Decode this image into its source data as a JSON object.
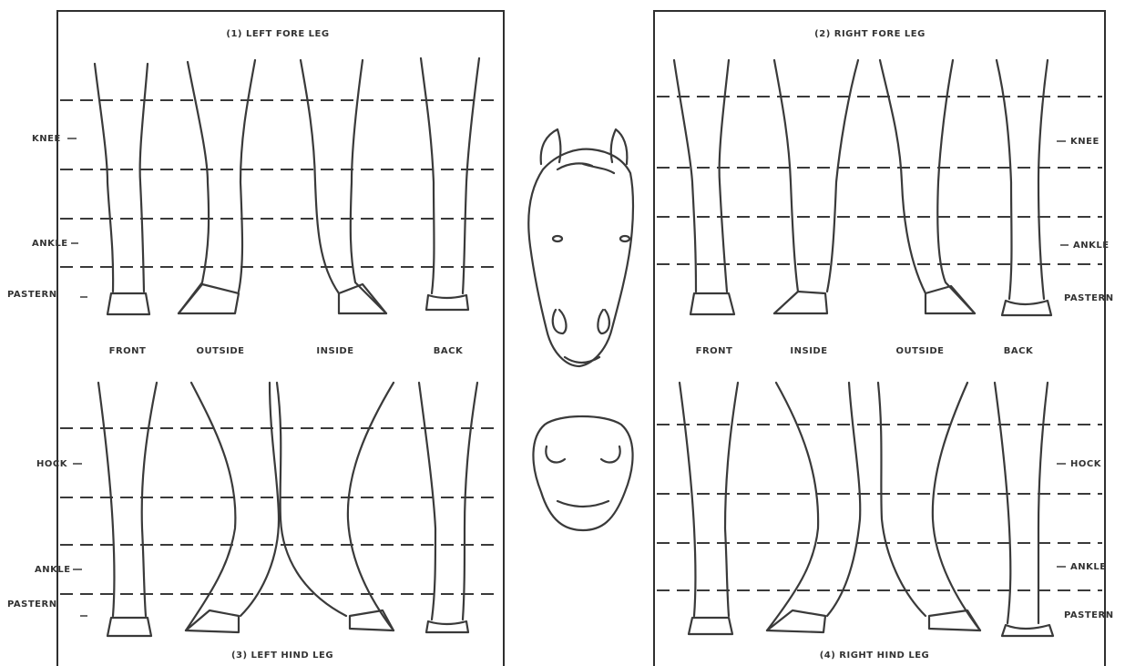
{
  "left_fore": {
    "title": "(1) LEFT FORE LEG",
    "views": [
      "FRONT",
      "OUTSIDE",
      "INSIDE",
      "BACK"
    ],
    "markers": [
      "KNEE",
      "ANKLE",
      "PASTERN"
    ]
  },
  "left_hind": {
    "title": "(3) LEFT HIND LEG",
    "markers": [
      "HOCK",
      "ANKLE",
      "PASTERN"
    ]
  },
  "right_fore": {
    "title": "(2) RIGHT FORE LEG",
    "views": [
      "FRONT",
      "INSIDE",
      "OUTSIDE",
      "BACK"
    ],
    "markers": [
      "KNEE",
      "ANKLE",
      "PASTERN"
    ]
  },
  "right_hind": {
    "title": "(4) RIGHT HIND LEG",
    "markers": [
      "HOCK",
      "ANKLE",
      "PASTERN"
    ]
  }
}
